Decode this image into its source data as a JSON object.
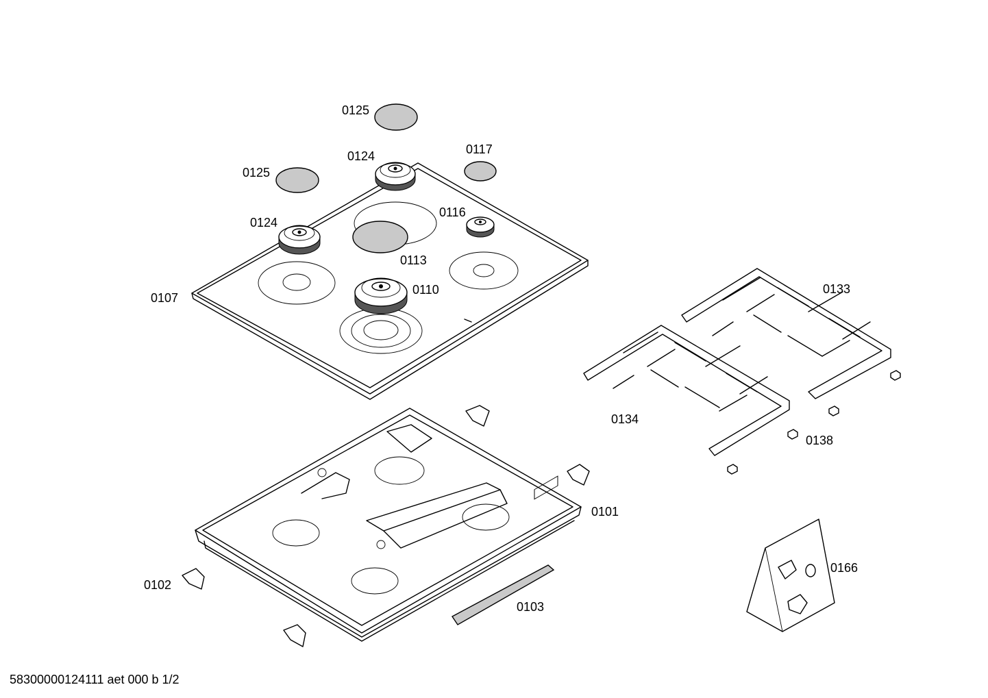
{
  "colors": {
    "background": "#ffffff",
    "line": "#000000",
    "part_fill": "#c9c9c9"
  },
  "labels": {
    "p0125_top": "0125",
    "p0125_left": "0125",
    "p0124_top": "0124",
    "p0124_left": "0124",
    "p0117": "0117",
    "p0116": "0116",
    "p0113": "0113",
    "p0110": "0110",
    "p0107": "0107",
    "p0133": "0133",
    "p0134": "0134",
    "p0138": "0138",
    "p0101": "0101",
    "p0102": "0102",
    "p0103": "0103",
    "p0166": "0166"
  },
  "footer": {
    "doc_code": "58300000124111 aet 000 b 1/2"
  }
}
